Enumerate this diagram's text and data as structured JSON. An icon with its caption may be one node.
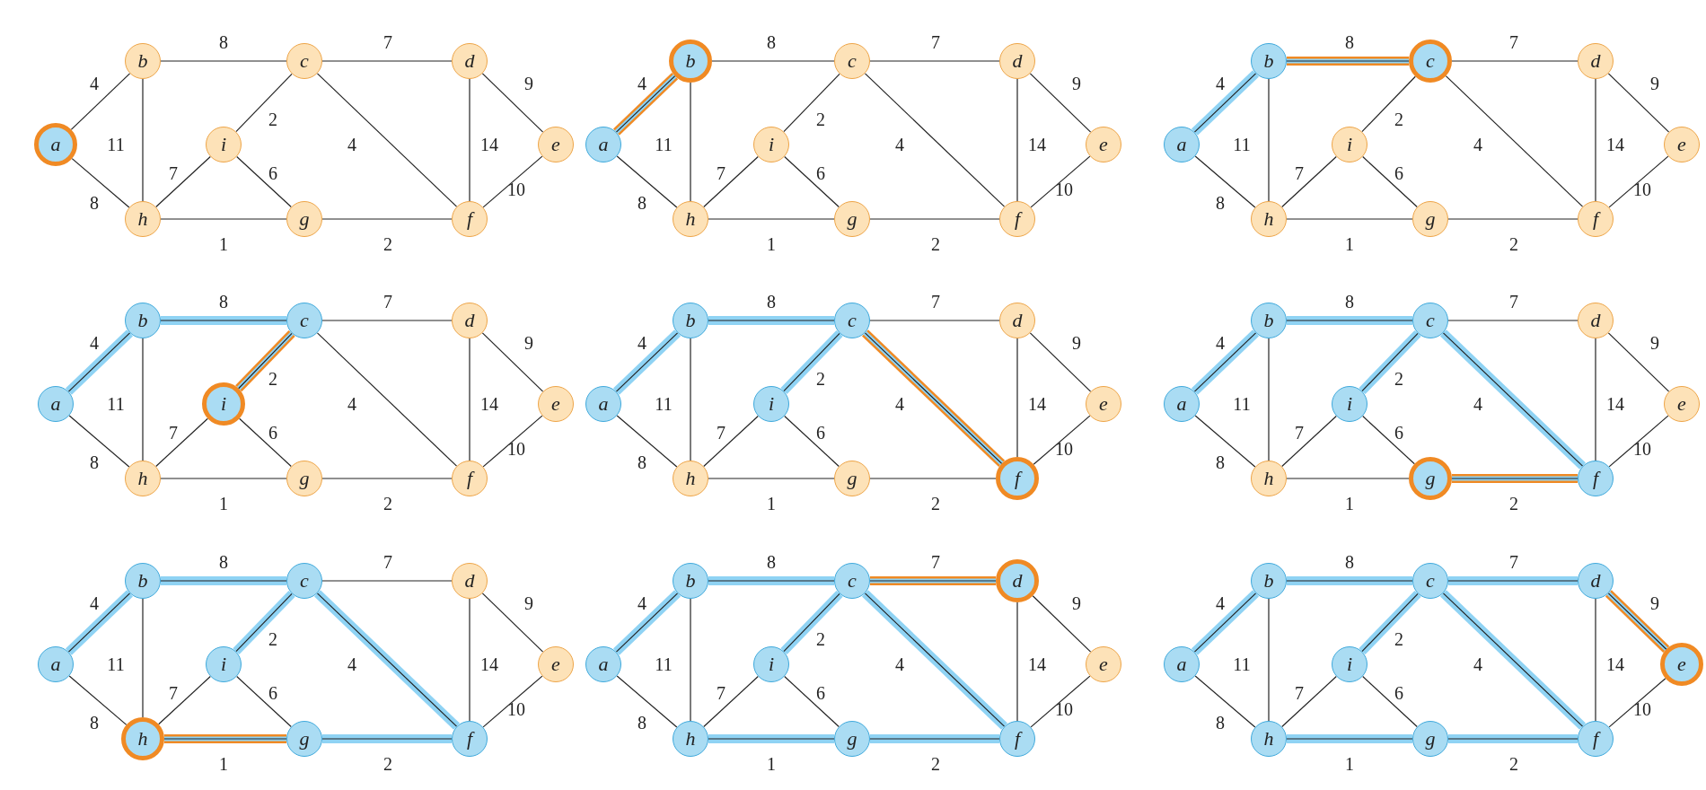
{
  "diagram": {
    "nodes": [
      {
        "text": [
          "a"
        ]
      },
      {
        "text": [
          "b"
        ]
      },
      {
        "text": [
          "c"
        ]
      },
      {
        "text": [
          "d"
        ]
      },
      {
        "text": [
          "e"
        ]
      },
      {
        "text": [
          "f"
        ]
      },
      {
        "text": [
          "g"
        ]
      },
      {
        "text": [
          "h"
        ]
      },
      {
        "text": [
          "i"
        ]
      },
      {
        "text": [
          "a"
        ]
      },
      {
        "text": [
          "b"
        ]
      },
      {
        "text": [
          "c"
        ]
      },
      {
        "text": [
          "d"
        ]
      },
      {
        "text": [
          "e"
        ]
      },
      {
        "text": [
          "f"
        ]
      },
      {
        "text": [
          "g"
        ]
      },
      {
        "text": [
          "h"
        ]
      },
      {
        "text": [
          "i"
        ]
      },
      {
        "text": [
          "a"
        ]
      },
      {
        "text": [
          "b"
        ]
      },
      {
        "text": [
          "c"
        ]
      },
      {
        "text": [
          "d"
        ]
      },
      {
        "text": [
          "e"
        ]
      },
      {
        "text": [
          "f"
        ]
      },
      {
        "text": [
          "g"
        ]
      },
      {
        "text": [
          "h"
        ]
      },
      {
        "text": [
          "i"
        ]
      },
      {
        "text": [
          "a"
        ]
      },
      {
        "text": [
          "b"
        ]
      },
      {
        "text": [
          "c"
        ]
      },
      {
        "text": [
          "d"
        ]
      },
      {
        "text": [
          "e"
        ]
      },
      {
        "text": [
          "f"
        ]
      },
      {
        "text": [
          "g"
        ]
      },
      {
        "text": [
          "h"
        ]
      },
      {
        "text": [
          "i"
        ]
      },
      {
        "text": [
          "a"
        ]
      },
      {
        "text": [
          "b"
        ]
      },
      {
        "text": [
          "c"
        ]
      },
      {
        "text": [
          "d"
        ]
      },
      {
        "text": [
          "e"
        ]
      },
      {
        "text": [
          "f"
        ]
      },
      {
        "text": [
          "g"
        ]
      },
      {
        "text": [
          "h"
        ]
      },
      {
        "text": [
          "i"
        ]
      },
      {
        "text": [
          "a"
        ]
      },
      {
        "text": [
          "b"
        ]
      },
      {
        "text": [
          "c"
        ]
      },
      {
        "text": [
          "d"
        ]
      },
      {
        "text": [
          "e"
        ]
      },
      {
        "text": [
          "f"
        ]
      },
      {
        "text": [
          "g"
        ]
      },
      {
        "text": [
          "h"
        ]
      },
      {
        "text": [
          "i"
        ]
      },
      {
        "text": [
          "a"
        ]
      },
      {
        "text": [
          "b"
        ]
      },
      {
        "text": [
          "c"
        ]
      },
      {
        "text": [
          "d"
        ]
      },
      {
        "text": [
          "e"
        ]
      },
      {
        "text": [
          "f"
        ]
      },
      {
        "text": [
          "g"
        ]
      },
      {
        "text": [
          "h"
        ]
      },
      {
        "text": [
          "i"
        ]
      },
      {
        "text": [
          "a"
        ]
      },
      {
        "text": [
          "b"
        ]
      },
      {
        "text": [
          "c"
        ]
      },
      {
        "text": [
          "d"
        ]
      },
      {
        "text": [
          "e"
        ]
      },
      {
        "text": [
          "f"
        ]
      },
      {
        "text": [
          "g"
        ]
      },
      {
        "text": [
          "h"
        ]
      },
      {
        "text": [
          "i"
        ]
      },
      {
        "text": [
          "a"
        ]
      },
      {
        "text": [
          "b"
        ]
      },
      {
        "text": [
          "c"
        ]
      },
      {
        "text": [
          "d"
        ]
      },
      {
        "text": [
          "e"
        ]
      },
      {
        "text": [
          "f"
        ]
      },
      {
        "text": [
          "g"
        ]
      },
      {
        "text": [
          "h"
        ]
      },
      {
        "text": [
          "i"
        ]
      }
    ],
    "edges": [
      {
        "from": 0,
        "to": 1,
        "arrow": "none",
        "label": "4"
      },
      {
        "from": 1,
        "to": 2,
        "arrow": "none",
        "label": "8"
      },
      {
        "from": 2,
        "to": 3,
        "arrow": "none",
        "label": "7"
      },
      {
        "from": 3,
        "to": 4,
        "arrow": "none",
        "label": "9"
      },
      {
        "from": 4,
        "to": 5,
        "arrow": "none",
        "label": "10"
      },
      {
        "from": 3,
        "to": 5,
        "arrow": "none",
        "label": "14"
      },
      {
        "from": 2,
        "to": 5,
        "arrow": "none",
        "label": "4"
      },
      {
        "from": 2,
        "to": 8,
        "arrow": "none",
        "label": "2"
      },
      {
        "from": 8,
        "to": 6,
        "arrow": "none",
        "label": "6"
      },
      {
        "from": 6,
        "to": 5,
        "arrow": "none",
        "label": "2"
      },
      {
        "from": 7,
        "to": 6,
        "arrow": "none",
        "label": "1"
      },
      {
        "from": 7,
        "to": 8,
        "arrow": "none",
        "label": "7"
      },
      {
        "from": 1,
        "to": 7,
        "arrow": "none",
        "label": "11"
      },
      {
        "from": 0,
        "to": 7,
        "arrow": "none",
        "label": "8"
      },
      {
        "from": 9,
        "to": 10,
        "arrow": "none",
        "label": "4",
        "style": "thick",
        "color": "#f08a24"
      },
      {
        "from": 10,
        "to": 11,
        "arrow": "none",
        "label": "8"
      },
      {
        "from": 11,
        "to": 12,
        "arrow": "none",
        "label": "7"
      },
      {
        "from": 12,
        "to": 13,
        "arrow": "none",
        "label": "9"
      },
      {
        "from": 13,
        "to": 14,
        "arrow": "none",
        "label": "10"
      },
      {
        "from": 12,
        "to": 14,
        "arrow": "none",
        "label": "14"
      },
      {
        "from": 11,
        "to": 14,
        "arrow": "none",
        "label": "4"
      },
      {
        "from": 11,
        "to": 17,
        "arrow": "none",
        "label": "2"
      },
      {
        "from": 17,
        "to": 15,
        "arrow": "none",
        "label": "6"
      },
      {
        "from": 15,
        "to": 14,
        "arrow": "none",
        "label": "2"
      },
      {
        "from": 16,
        "to": 15,
        "arrow": "none",
        "label": "1"
      },
      {
        "from": 16,
        "to": 17,
        "arrow": "none",
        "label": "7"
      },
      {
        "from": 10,
        "to": 16,
        "arrow": "none",
        "label": "11"
      },
      {
        "from": 9,
        "to": 16,
        "arrow": "none",
        "label": "8"
      },
      {
        "from": 18,
        "to": 19,
        "arrow": "none",
        "label": "4",
        "style": "thick",
        "color": "#8fd3f4"
      },
      {
        "from": 19,
        "to": 20,
        "arrow": "none",
        "label": "8",
        "style": "thick",
        "color": "#f08a24"
      },
      {
        "from": 20,
        "to": 21,
        "arrow": "none",
        "label": "7"
      },
      {
        "from": 21,
        "to": 22,
        "arrow": "none",
        "label": "9"
      },
      {
        "from": 22,
        "to": 23,
        "arrow": "none",
        "label": "10"
      },
      {
        "from": 21,
        "to": 23,
        "arrow": "none",
        "label": "14"
      },
      {
        "from": 20,
        "to": 23,
        "arrow": "none",
        "label": "4"
      },
      {
        "from": 20,
        "to": 26,
        "arrow": "none",
        "label": "2"
      },
      {
        "from": 26,
        "to": 24,
        "arrow": "none",
        "label": "6"
      },
      {
        "from": 24,
        "to": 23,
        "arrow": "none",
        "label": "2"
      },
      {
        "from": 25,
        "to": 24,
        "arrow": "none",
        "label": "1"
      },
      {
        "from": 25,
        "to": 26,
        "arrow": "none",
        "label": "7"
      },
      {
        "from": 19,
        "to": 25,
        "arrow": "none",
        "label": "11"
      },
      {
        "from": 18,
        "to": 25,
        "arrow": "none",
        "label": "8"
      },
      {
        "from": 27,
        "to": 28,
        "arrow": "none",
        "label": "4",
        "style": "thick",
        "color": "#8fd3f4"
      },
      {
        "from": 28,
        "to": 29,
        "arrow": "none",
        "label": "8",
        "style": "thick",
        "color": "#8fd3f4"
      },
      {
        "from": 29,
        "to": 30,
        "arrow": "none",
        "label": "7"
      },
      {
        "from": 30,
        "to": 31,
        "arrow": "none",
        "label": "9"
      },
      {
        "from": 31,
        "to": 32,
        "arrow": "none",
        "label": "10"
      },
      {
        "from": 30,
        "to": 32,
        "arrow": "none",
        "label": "14"
      },
      {
        "from": 29,
        "to": 32,
        "arrow": "none",
        "label": "4"
      },
      {
        "from": 29,
        "to": 35,
        "arrow": "none",
        "label": "2",
        "style": "thick",
        "color": "#f08a24"
      },
      {
        "from": 35,
        "to": 33,
        "arrow": "none",
        "label": "6"
      },
      {
        "from": 33,
        "to": 32,
        "arrow": "none",
        "label": "2"
      },
      {
        "from": 34,
        "to": 33,
        "arrow": "none",
        "label": "1"
      },
      {
        "from": 34,
        "to": 35,
        "arrow": "none",
        "label": "7"
      },
      {
        "from": 28,
        "to": 34,
        "arrow": "none",
        "label": "11"
      },
      {
        "from": 27,
        "to": 34,
        "arrow": "none",
        "label": "8"
      },
      {
        "from": 36,
        "to": 37,
        "arrow": "none",
        "label": "4",
        "style": "thick",
        "color": "#8fd3f4"
      },
      {
        "from": 37,
        "to": 38,
        "arrow": "none",
        "label": "8",
        "style": "thick",
        "color": "#8fd3f4"
      },
      {
        "from": 38,
        "to": 39,
        "arrow": "none",
        "label": "7"
      },
      {
        "from": 39,
        "to": 40,
        "arrow": "none",
        "label": "9"
      },
      {
        "from": 40,
        "to": 41,
        "arrow": "none",
        "label": "10"
      },
      {
        "from": 39,
        "to": 41,
        "arrow": "none",
        "label": "14"
      },
      {
        "from": 38,
        "to": 41,
        "arrow": "none",
        "label": "4",
        "style": "thick",
        "color": "#f08a24"
      },
      {
        "from": 38,
        "to": 44,
        "arrow": "none",
        "label": "2",
        "style": "thick",
        "color": "#8fd3f4"
      },
      {
        "from": 44,
        "to": 42,
        "arrow": "none",
        "label": "6"
      },
      {
        "from": 42,
        "to": 41,
        "arrow": "none",
        "label": "2"
      },
      {
        "from": 43,
        "to": 42,
        "arrow": "none",
        "label": "1"
      },
      {
        "from": 43,
        "to": 44,
        "arrow": "none",
        "label": "7"
      },
      {
        "from": 37,
        "to": 43,
        "arrow": "none",
        "label": "11"
      },
      {
        "from": 36,
        "to": 43,
        "arrow": "none",
        "label": "8"
      },
      {
        "from": 45,
        "to": 46,
        "arrow": "none",
        "label": "4",
        "style": "thick",
        "color": "#8fd3f4"
      },
      {
        "from": 46,
        "to": 47,
        "arrow": "none",
        "label": "8",
        "style": "thick",
        "color": "#8fd3f4"
      },
      {
        "from": 47,
        "to": 48,
        "arrow": "none",
        "label": "7"
      },
      {
        "from": 48,
        "to": 49,
        "arrow": "none",
        "label": "9"
      },
      {
        "from": 49,
        "to": 50,
        "arrow": "none",
        "label": "10"
      },
      {
        "from": 48,
        "to": 50,
        "arrow": "none",
        "label": "14"
      },
      {
        "from": 47,
        "to": 50,
        "arrow": "none",
        "label": "4",
        "style": "thick",
        "color": "#8fd3f4"
      },
      {
        "from": 47,
        "to": 53,
        "arrow": "none",
        "label": "2",
        "style": "thick",
        "color": "#8fd3f4"
      },
      {
        "from": 53,
        "to": 51,
        "arrow": "none",
        "label": "6"
      },
      {
        "from": 50,
        "to": 51,
        "arrow": "none",
        "label": "2",
        "style": "thick",
        "color": "#f08a24"
      },
      {
        "from": 52,
        "to": 51,
        "arrow": "none",
        "label": "1"
      },
      {
        "from": 52,
        "to": 53,
        "arrow": "none",
        "label": "7"
      },
      {
        "from": 46,
        "to": 52,
        "arrow": "none",
        "label": "11"
      },
      {
        "from": 45,
        "to": 52,
        "arrow": "none",
        "label": "8"
      },
      {
        "from": 54,
        "to": 55,
        "arrow": "none",
        "label": "4",
        "style": "thick",
        "color": "#8fd3f4"
      },
      {
        "from": 55,
        "to": 56,
        "arrow": "none",
        "label": "8",
        "style": "thick",
        "color": "#8fd3f4"
      },
      {
        "from": 56,
        "to": 57,
        "arrow": "none",
        "label": "7"
      },
      {
        "from": 57,
        "to": 58,
        "arrow": "none",
        "label": "9"
      },
      {
        "from": 58,
        "to": 59,
        "arrow": "none",
        "label": "10"
      },
      {
        "from": 57,
        "to": 59,
        "arrow": "none",
        "label": "14"
      },
      {
        "from": 56,
        "to": 59,
        "arrow": "none",
        "label": "4",
        "style": "thick",
        "color": "#8fd3f4"
      },
      {
        "from": 56,
        "to": 62,
        "arrow": "none",
        "label": "2",
        "style": "thick",
        "color": "#8fd3f4"
      },
      {
        "from": 62,
        "to": 60,
        "arrow": "none",
        "label": "6"
      },
      {
        "from": 60,
        "to": 59,
        "arrow": "none",
        "label": "2",
        "style": "thick",
        "color": "#8fd3f4"
      },
      {
        "from": 60,
        "to": 61,
        "arrow": "none",
        "label": "1",
        "style": "thick",
        "color": "#f08a24"
      },
      {
        "from": 61,
        "to": 62,
        "arrow": "none",
        "label": "7"
      },
      {
        "from": 55,
        "to": 61,
        "arrow": "none",
        "label": "11"
      },
      {
        "from": 54,
        "to": 61,
        "arrow": "none",
        "label": "8"
      },
      {
        "from": 63,
        "to": 64,
        "arrow": "none",
        "label": "4",
        "style": "thick",
        "color": "#8fd3f4"
      },
      {
        "from": 64,
        "to": 65,
        "arrow": "none",
        "label": "8",
        "style": "thick",
        "color": "#8fd3f4"
      },
      {
        "from": 65,
        "to": 66,
        "arrow": "none",
        "label": "7",
        "style": "thick",
        "color": "#f08a24"
      },
      {
        "from": 66,
        "to": 67,
        "arrow": "none",
        "label": "9"
      },
      {
        "from": 67,
        "to": 68,
        "arrow": "none",
        "label": "10"
      },
      {
        "from": 66,
        "to": 68,
        "arrow": "none",
        "label": "14"
      },
      {
        "from": 65,
        "to": 68,
        "arrow": "none",
        "label": "4",
        "style": "thick",
        "color": "#8fd3f4"
      },
      {
        "from": 65,
        "to": 71,
        "arrow": "none",
        "label": "2",
        "style": "thick",
        "color": "#8fd3f4"
      },
      {
        "from": 71,
        "to": 69,
        "arrow": "none",
        "label": "6"
      },
      {
        "from": 69,
        "to": 68,
        "arrow": "none",
        "label": "2",
        "style": "thick",
        "color": "#8fd3f4"
      },
      {
        "from": 70,
        "to": 69,
        "arrow": "none",
        "label": "1",
        "style": "thick",
        "color": "#8fd3f4"
      },
      {
        "from": 70,
        "to": 71,
        "arrow": "none",
        "label": "7"
      },
      {
        "from": 64,
        "to": 70,
        "arrow": "none",
        "label": "11"
      },
      {
        "from": 63,
        "to": 70,
        "arrow": "none",
        "label": "8"
      },
      {
        "from": 72,
        "to": 73,
        "arrow": "none",
        "label": "4",
        "style": "thick",
        "color": "#8fd3f4"
      },
      {
        "from": 73,
        "to": 74,
        "arrow": "none",
        "label": "8",
        "style": "thick",
        "color": "#8fd3f4"
      },
      {
        "from": 74,
        "to": 75,
        "arrow": "none",
        "label": "7",
        "style": "thick",
        "color": "#8fd3f4"
      },
      {
        "from": 75,
        "to": 76,
        "arrow": "none",
        "label": "9",
        "style": "thick",
        "color": "#f08a24"
      },
      {
        "from": 76,
        "to": 77,
        "arrow": "none",
        "label": "10"
      },
      {
        "from": 75,
        "to": 77,
        "arrow": "none",
        "label": "14"
      },
      {
        "from": 74,
        "to": 77,
        "arrow": "none",
        "label": "4",
        "style": "thick",
        "color": "#8fd3f4"
      },
      {
        "from": 74,
        "to": 80,
        "arrow": "none",
        "label": "2",
        "style": "thick",
        "color": "#8fd3f4"
      },
      {
        "from": 80,
        "to": 78,
        "arrow": "none",
        "label": "6"
      },
      {
        "from": 78,
        "to": 77,
        "arrow": "none",
        "label": "2",
        "style": "thick",
        "color": "#8fd3f4"
      },
      {
        "from": 79,
        "to": 78,
        "arrow": "none",
        "label": "1",
        "style": "thick",
        "color": "#8fd3f4"
      },
      {
        "from": 79,
        "to": 80,
        "arrow": "none",
        "label": "7"
      },
      {
        "from": 73,
        "to": 79,
        "arrow": "none",
        "label": "11"
      },
      {
        "from": 72,
        "to": 79,
        "arrow": "none",
        "label": "8"
      }
    ]
  }
}
